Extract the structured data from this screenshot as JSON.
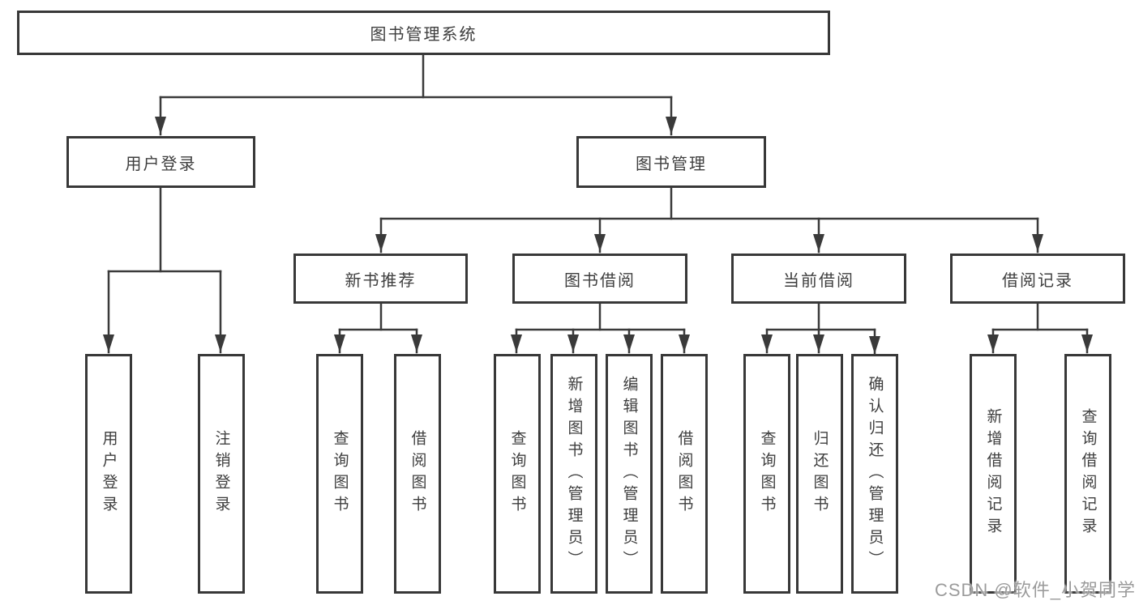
{
  "tree": {
    "root": {
      "label": "图书管理系统",
      "children": [
        {
          "label": "用户登录",
          "children": [
            {
              "label": "用户登录"
            },
            {
              "label": "注销登录"
            }
          ]
        },
        {
          "label": "图书管理",
          "children": [
            {
              "label": "新书推荐",
              "children": [
                {
                  "label": "查询图书"
                },
                {
                  "label": "借阅图书"
                }
              ]
            },
            {
              "label": "图书借阅",
              "children": [
                {
                  "label": "查询图书"
                },
                {
                  "label": "新增图书（管理员）"
                },
                {
                  "label": "编辑图书（管理员）"
                },
                {
                  "label": "借阅图书"
                }
              ]
            },
            {
              "label": "当前借阅",
              "children": [
                {
                  "label": "查询图书"
                },
                {
                  "label": "归还图书"
                },
                {
                  "label": "确认归还（管理员）"
                }
              ]
            },
            {
              "label": "借阅记录",
              "children": [
                {
                  "label": "新增借阅记录"
                },
                {
                  "label": "查询借阅记录"
                }
              ]
            }
          ]
        }
      ]
    }
  },
  "watermark": "CSDN @软件_小贺同学",
  "colors": {
    "line": "#3a3a3a",
    "box_border": "#383838",
    "text": "#3e3e3e",
    "watermark": "#9b9b9b",
    "background": "#ffffff"
  }
}
